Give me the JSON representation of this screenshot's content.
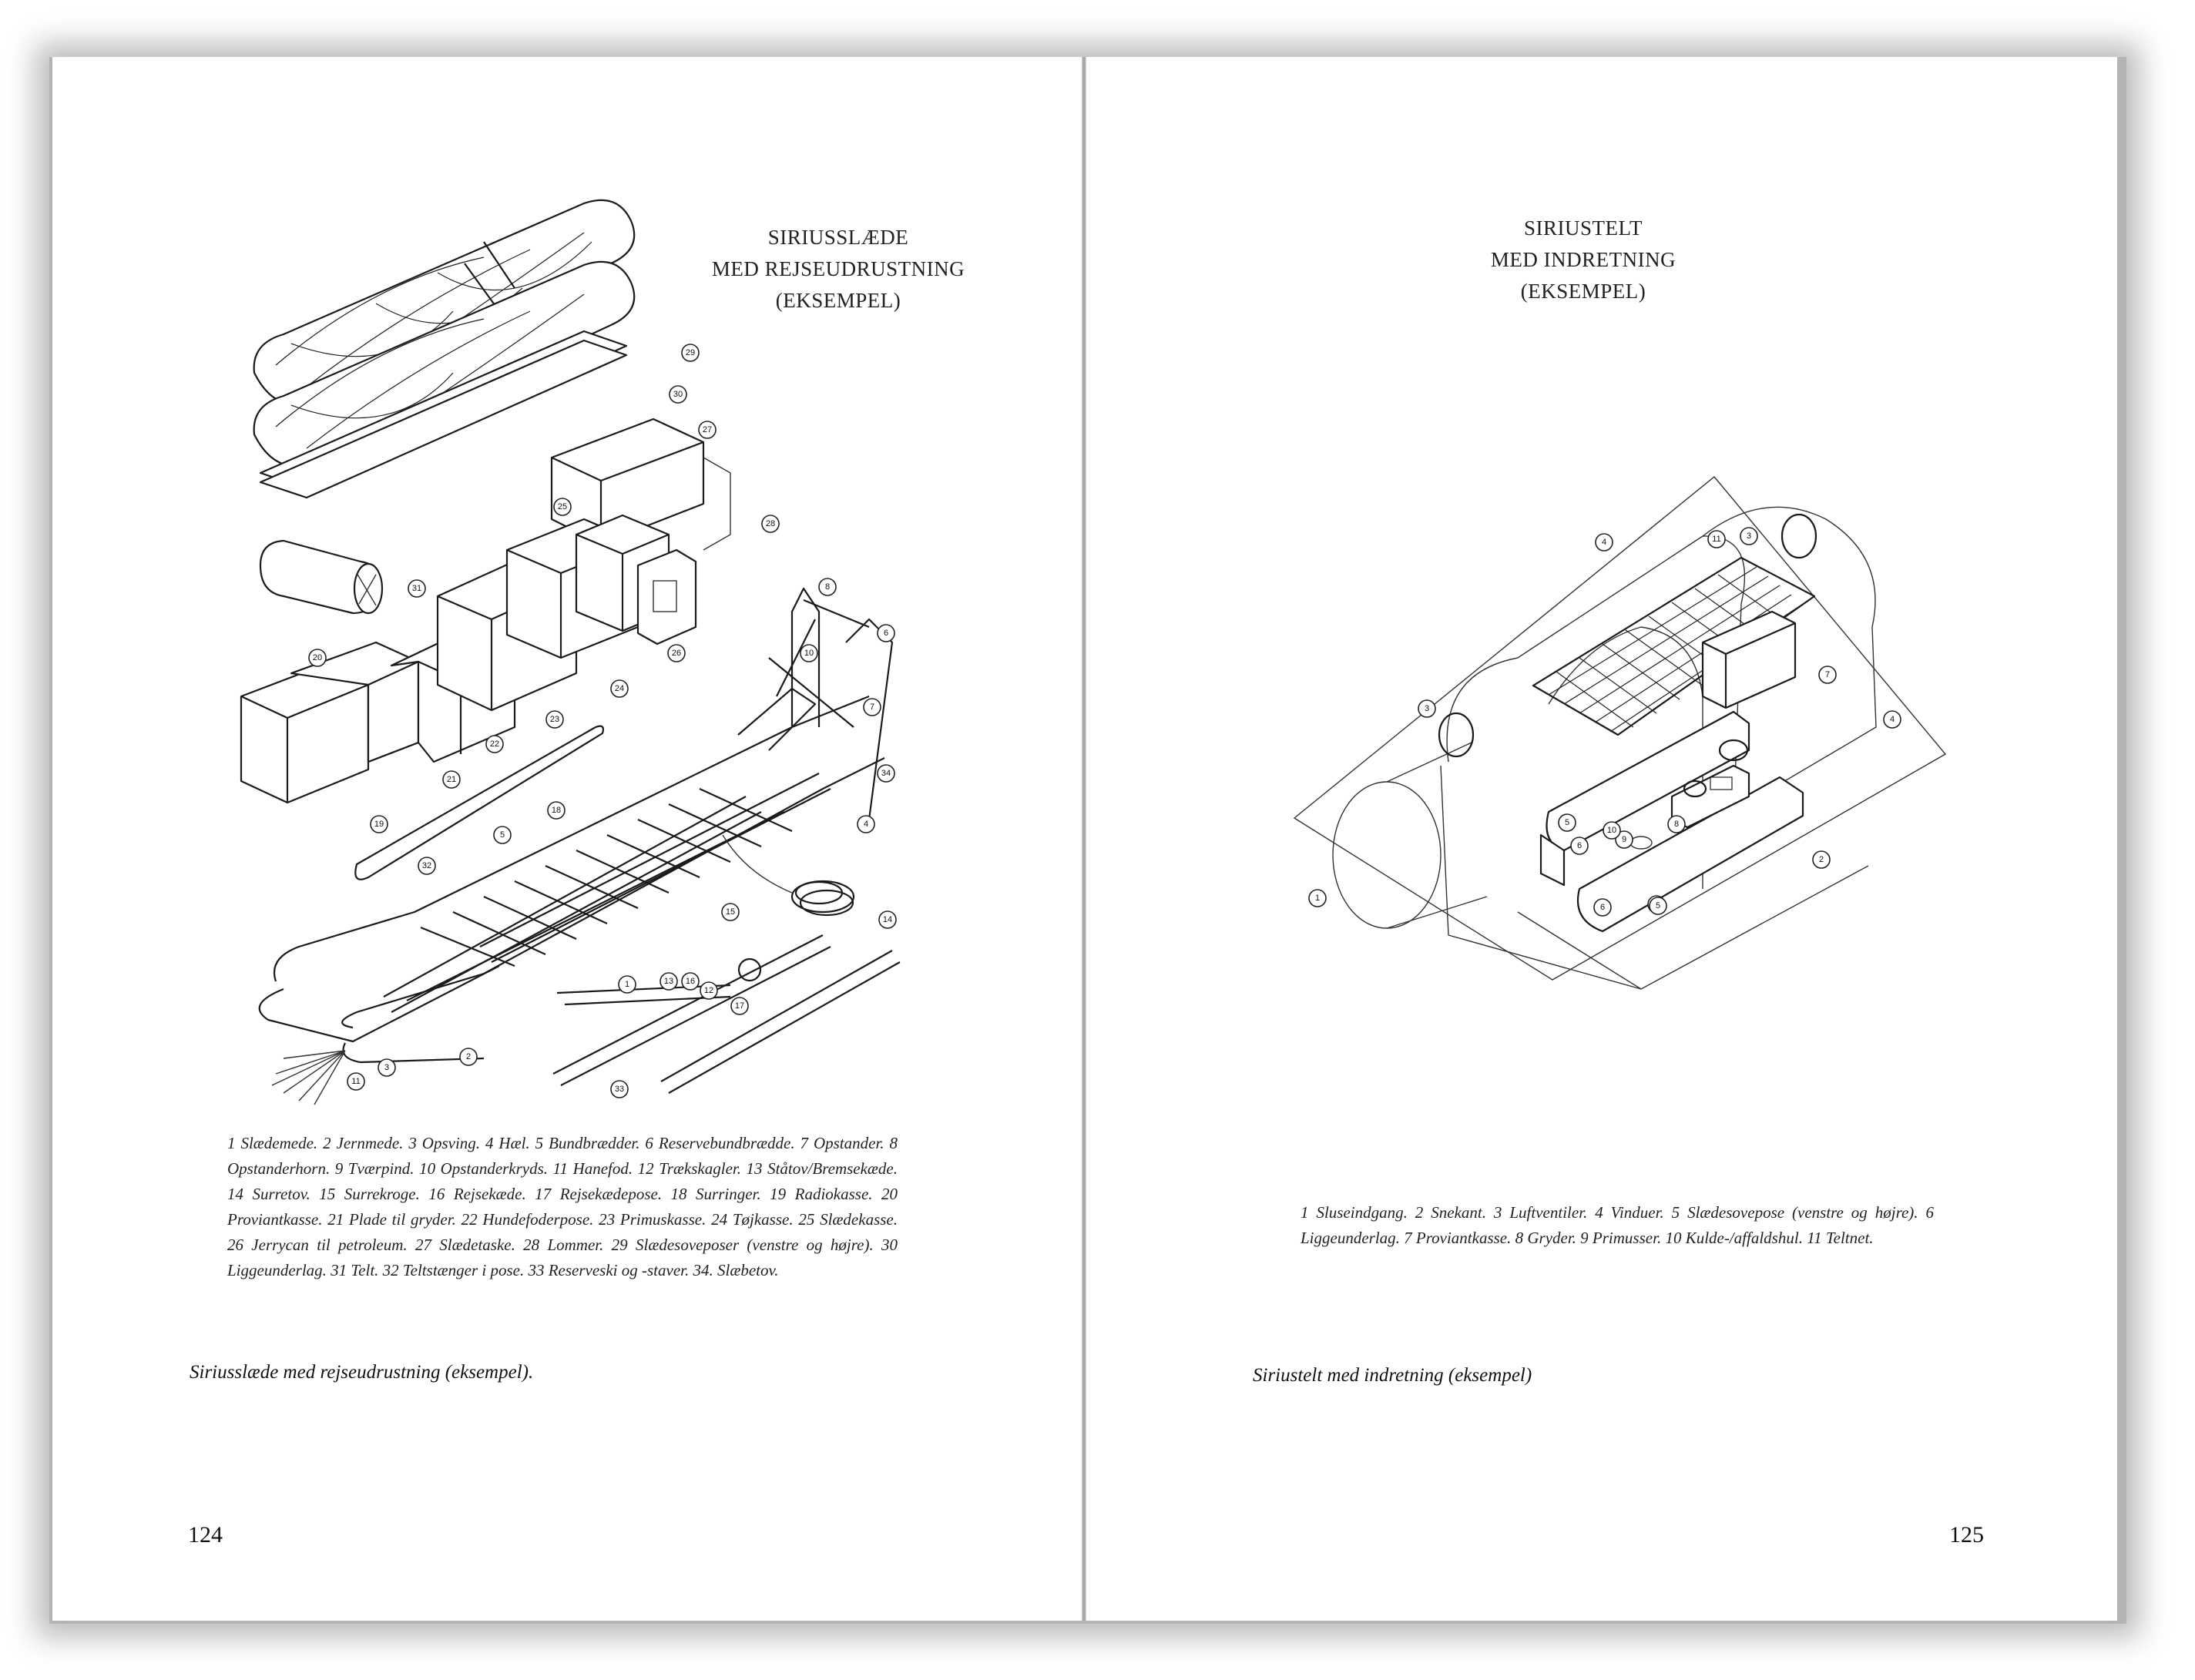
{
  "left_page": {
    "title_lines": [
      "SIRIUSSLÆDE",
      "MED REJSEUDRUSTNING",
      "(EKSEMPEL)"
    ],
    "legend": "1 Slædemede. 2 Jernmede. 3 Opsving. 4 Hæl. 5 Bundbrædder. 6 Reservebundbrædde. 7 Opstander. 8 Opstanderhorn. 9 Tværpind. 10 Opstanderkryds. 11 Hanefod. 12 Trækskagler. 13 Ståtov/Bremsekæde. 14 Surretov. 15 Surrekroge. 16 Rejsekæde. 17 Rejsekædepose. 18 Surringer. 19 Radiokasse. 20 Proviantkasse. 21 Plade til gryder. 22 Hundefoderpose. 23 Primuskasse. 24 Tøjkasse. 25 Slædekasse. 26 Jerrycan til petroleum. 27 Slædetaske. 28 Lommer. 29 Slædesoveposer (venstre og højre). 30 Liggeunderlag. 31 Telt. 32 Teltstænger i pose. 33 Reserveski og -staver. 34. Slæbetov.",
    "figure_caption": "Siriusslæde med rejseudrustning (eksempel).",
    "page_number": "124",
    "callouts": [
      "29",
      "30",
      "27",
      "28",
      "25",
      "31",
      "8",
      "6",
      "10",
      "7",
      "20",
      "26",
      "24",
      "23",
      "22",
      "21",
      "19",
      "34",
      "18",
      "5",
      "4",
      "32",
      "14",
      "15",
      "16",
      "1",
      "13",
      "12",
      "3",
      "2",
      "11",
      "17",
      "33"
    ]
  },
  "right_page": {
    "title_lines": [
      "SIRIUSTELT",
      "MED INDRETNING",
      "(EKSEMPEL)"
    ],
    "legend": "1 Sluseindgang. 2 Snekant. 3 Luftventiler. 4 Vinduer. 5 Slædesovepose (venstre og højre). 6 Liggeunderlag. 7 Proviantkasse. 8 Gryder. 9 Primusser. 10 Kulde-/affaldshul. 11 Teltnet.",
    "figure_caption": "Siriustelt med indretning (eksempel)",
    "page_number": "125",
    "callouts": [
      "4",
      "11",
      "3",
      "7",
      "4",
      "3",
      "5",
      "6",
      "8",
      "9",
      "10",
      "5",
      "2",
      "6",
      "5",
      "1"
    ]
  }
}
